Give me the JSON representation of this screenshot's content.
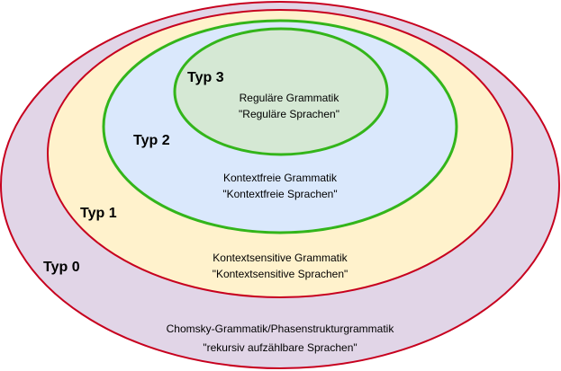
{
  "diagram": {
    "levels": [
      {
        "type_label": "Typ 0",
        "grammar": "Chomsky-Grammatik/Phasenstrukturgrammatik",
        "language": "\"rekursiv aufzählbare Sprachen\"",
        "fill_color": "#e1d5e7",
        "stroke_color": "#c7001e"
      },
      {
        "type_label": "Typ 1",
        "grammar": "Kontextsensitive Grammatik",
        "language": "\"Kontextsensitive Sprachen\"",
        "fill_color": "#fff2cc",
        "stroke_color": "#c7001e"
      },
      {
        "type_label": "Typ 2",
        "grammar": "Kontextfreie Grammatik",
        "language": "\"Kontextfreie Sprachen\"",
        "fill_color": "#dae8fc",
        "stroke_color": "#33b51a"
      },
      {
        "type_label": "Typ 3",
        "grammar": "Reguläre Grammatik",
        "language": "\"Reguläre Sprachen\"",
        "fill_color": "#d5e8d4",
        "stroke_color": "#33b51a"
      }
    ]
  }
}
